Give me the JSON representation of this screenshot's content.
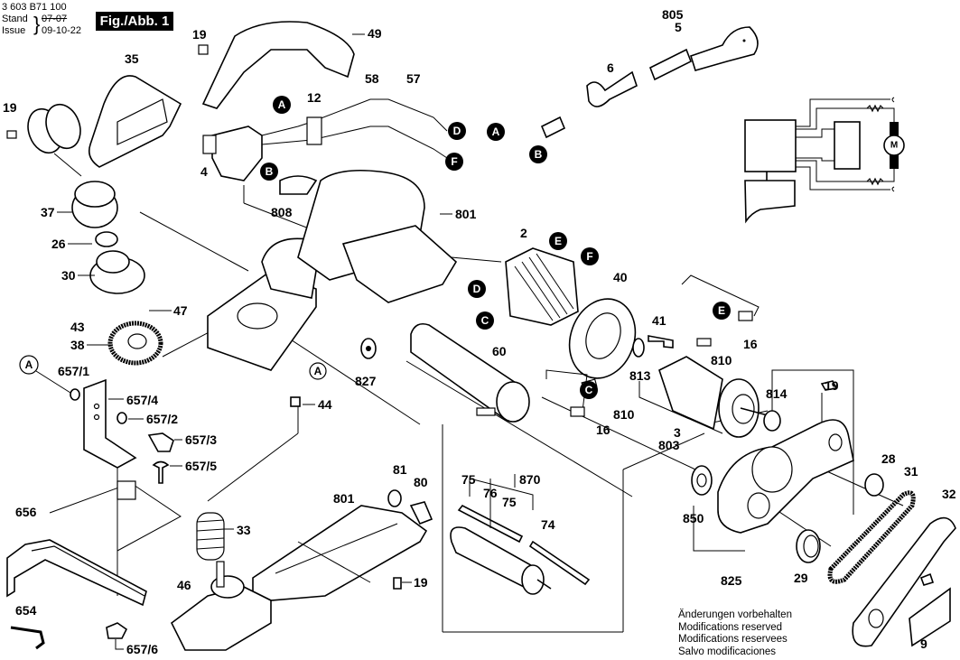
{
  "header": {
    "part_number": "3 603 B71 100",
    "stand_label": "Stand",
    "stand_old_date": "07-07",
    "issue_label": "Issue",
    "issue_date": "09-10-22",
    "figure_label": "Fig./Abb. 1"
  },
  "notes": [
    "Änderungen vorbehalten",
    "Modifications reserved",
    "Modifications reservees",
    "Salvo modificaciones"
  ],
  "connectors": {
    "A": "A",
    "B": "B",
    "C": "C",
    "D": "D",
    "E": "E",
    "F": "F"
  },
  "part_labels": {
    "p19a": "19",
    "p49": "49",
    "p35": "35",
    "p19b": "19",
    "p12": "12",
    "p58": "58",
    "p57": "57",
    "p4": "4",
    "p808": "808",
    "p801a": "801",
    "p37": "37",
    "p26": "26",
    "p30": "30",
    "p47": "47",
    "p43": "43",
    "p38": "38",
    "p657_1": "657/1",
    "p657_4": "657/4",
    "p657_2": "657/2",
    "p657_3": "657/3",
    "p657_5": "657/5",
    "p656": "656",
    "p654": "654",
    "p657_6": "657/6",
    "p44": "44",
    "p827": "827",
    "p33": "33",
    "p46": "46",
    "p801b": "801",
    "p81": "81",
    "p80": "80",
    "p19c": "19",
    "p75a": "75",
    "p76": "76",
    "p75b": "75",
    "p870": "870",
    "p74": "74",
    "p805": "805",
    "p5": "5",
    "p6": "6",
    "p2": "2",
    "p40": "40",
    "p41": "41",
    "p16a": "16",
    "p810a": "810",
    "p60": "60",
    "p813": "813",
    "p810b": "810",
    "p16b": "16",
    "p3": "3",
    "p803": "803",
    "p814": "814",
    "p19d": "19",
    "p28": "28",
    "p31": "31",
    "p32": "32",
    "p850": "850",
    "p825": "825",
    "p29": "29",
    "p9": "9"
  },
  "schematic": {
    "motor_label": "M"
  }
}
